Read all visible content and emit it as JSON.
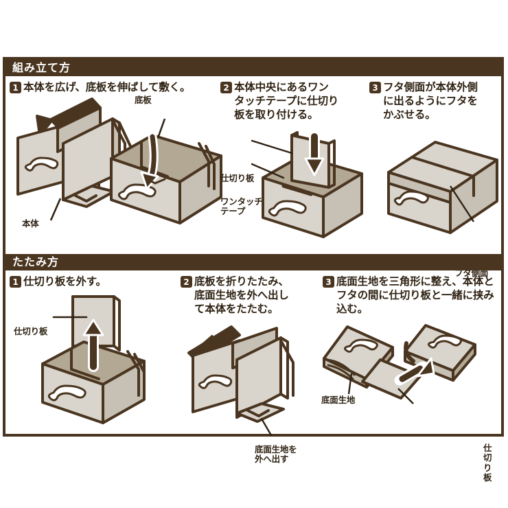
{
  "page": {
    "background": "#ffffff",
    "frame_color": "#4a3520",
    "ink": "#2f2213",
    "box_face": "#d9d5cd",
    "box_inner": "#b3a894",
    "box_shade": "#c7c1b5"
  },
  "sections": [
    {
      "id": "assembly",
      "title": "組み立て方",
      "steps": [
        {
          "number": "1",
          "text": "本体を広げ、底板を伸ばして敷く。"
        },
        {
          "number": "2",
          "text": "本体中央にあるワン\nタッチテープに仕切り\n板を取り付ける。"
        },
        {
          "number": "3",
          "text": "フタ側面が本体外側\nに出るようにフタを\nかぶせる。"
        }
      ],
      "labels": [
        {
          "id": "honntai",
          "text": "本体"
        },
        {
          "id": "soko-ita",
          "text": "底板"
        },
        {
          "id": "shikiri-ita",
          "text": "仕切り板"
        },
        {
          "id": "one-touch-tape",
          "text": "ワンタッチ\nテープ"
        },
        {
          "id": "futa-sokumen",
          "text": "フタ側面"
        }
      ]
    },
    {
      "id": "folding",
      "title": "たたみ方",
      "steps": [
        {
          "number": "1",
          "text": "仕切り板を外す。"
        },
        {
          "number": "2",
          "text": "底板を折りたたみ、\n底面生地を外へ出し\nて本体をたたむ。"
        },
        {
          "number": "3",
          "text": "底面生地を三角形に整え、本体と\nフタの間に仕切り板と一緒に挟み\n込む。"
        }
      ],
      "labels": [
        {
          "id": "shikiri-ita-2",
          "text": "仕切り板"
        },
        {
          "id": "teimen-kiji-dasu",
          "text": "底面生地を\n外へ出す"
        },
        {
          "id": "teimen-kiji",
          "text": "底面生地"
        },
        {
          "id": "shikiri-ita-3",
          "text": "仕切り板"
        }
      ]
    }
  ]
}
